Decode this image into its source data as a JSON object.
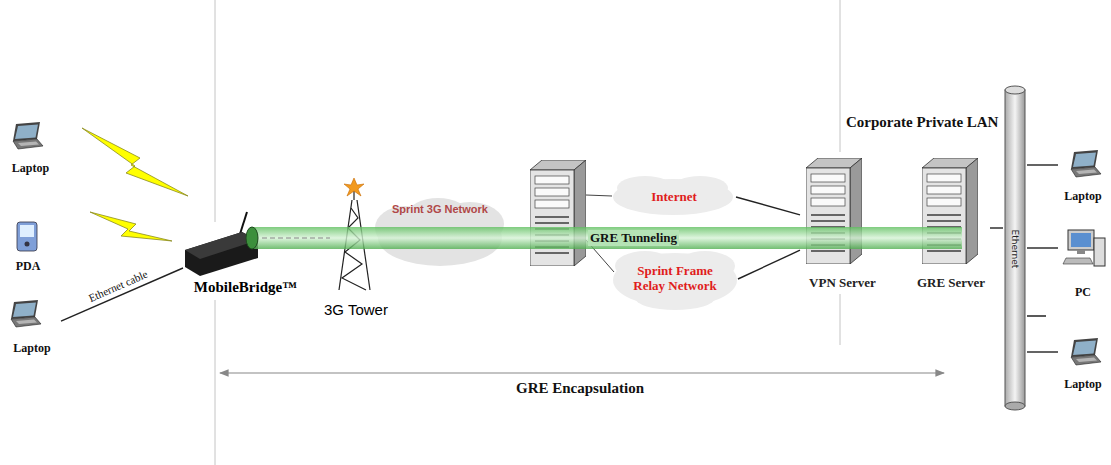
{
  "diagram": {
    "nodes": [
      {
        "text": [
          "Laptop"
        ]
      },
      {
        "text": [
          "PDA"
        ]
      },
      {
        "text": [
          "Laptop"
        ]
      },
      {
        "text": [
          "MobileBridge™"
        ]
      },
      {
        "text": [
          "3G Tower"
        ]
      },
      {
        "text": [
          "Internet"
        ]
      },
      {
        "text": [
          "Sprint Frame Relay Network"
        ]
      },
      {
        "text": [
          "VPN Server"
        ]
      },
      {
        "text": [
          "GRE Server"
        ]
      },
      {
        "text": [
          "Ethernet"
        ]
      },
      {
        "text": [
          "Laptop"
        ]
      },
      {
        "text": [
          "PC"
        ]
      },
      {
        "text": [
          "Laptop"
        ]
      }
    ],
    "edges": [
      {
        "from": 2,
        "to": 3,
        "arrow": "none",
        "label": "Ethernet cable"
      },
      {
        "from": 5,
        "to": 7,
        "arrow": "none"
      },
      {
        "from": 6,
        "to": 7,
        "arrow": "none"
      },
      {
        "from": 8,
        "to": 9,
        "arrow": "none"
      },
      {
        "from": 9,
        "to": 10,
        "arrow": "none"
      },
      {
        "from": 9,
        "to": 11,
        "arrow": "none"
      },
      {
        "from": 9,
        "to": 12,
        "arrow": "none"
      }
    ],
    "labels": [
      "Corporate Private LAN",
      "Sprint 3G Network",
      "GRE Tunneling",
      "GRE Encapsulation"
    ]
  }
}
